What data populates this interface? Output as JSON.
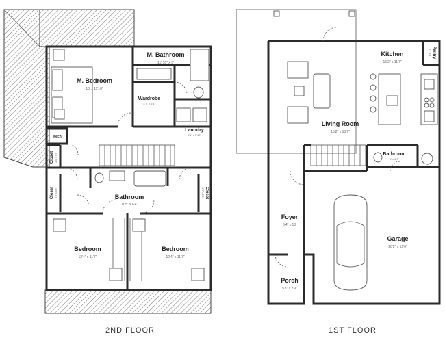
{
  "floors": [
    {
      "label": "2ND FLOOR",
      "rooms": [
        {
          "name": "M. Bathroom",
          "dim": "11' 10\" x 5'"
        },
        {
          "name": "M. Bedroom",
          "dim": "13' x 11'10\""
        },
        {
          "name": "Wardrobe",
          "dim": "4'7\" x 6'4\""
        },
        {
          "name": "Laundry",
          "dim": "5'1\" x 5'10\""
        },
        {
          "name": "Mech.",
          "dim": ""
        },
        {
          "name": "Closet",
          "dim": "2'4\" x 4'3\""
        },
        {
          "name": "Closet",
          "dim": "2'4\" x 5'8\""
        },
        {
          "name": "Bathroom",
          "dim": "11'5\" x 6'4\""
        },
        {
          "name": "Closet",
          "dim": "2'4\" x 5'8\""
        },
        {
          "name": "Bedroom",
          "dim": "12'4\" x 11'7\""
        },
        {
          "name": "Bedroom",
          "dim": "12'4\" x 11'7\""
        }
      ]
    },
    {
      "label": "1ST FLOOR",
      "rooms": [
        {
          "name": "Kitchen",
          "dim": "15'2\" x 11'7\""
        },
        {
          "name": "Pantry",
          "dim": "2'1\" x 4'"
        },
        {
          "name": "Living Room",
          "dim": "15'2\" x 13'7\""
        },
        {
          "name": "Bathroom",
          "dim": "5' x 4'7\""
        },
        {
          "name": "Foyer",
          "dim": "5'4\" x 13'"
        },
        {
          "name": "Garage",
          "dim": "20'2\" x 19'6\""
        },
        {
          "name": "Porch",
          "dim": "5'8\" x 7'9\""
        }
      ]
    }
  ]
}
